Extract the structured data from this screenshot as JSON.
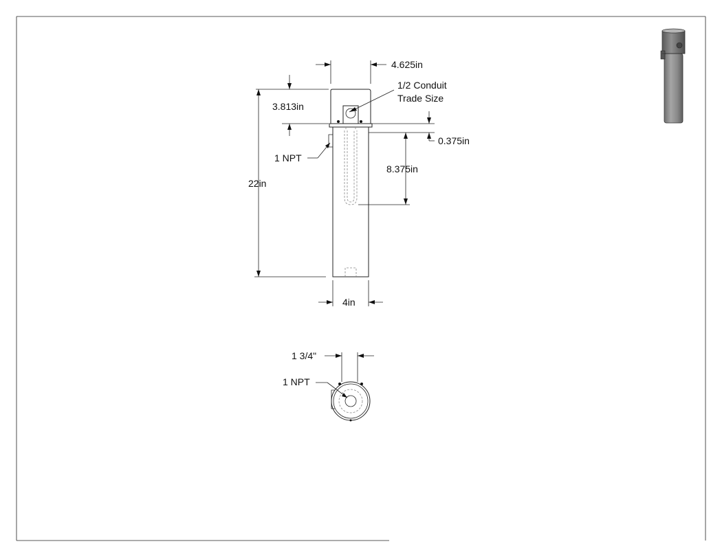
{
  "front_view": {
    "width_box": "4.625in",
    "height_box": "3.813in",
    "conduit_line1": "1/2 Conduit",
    "conduit_line2": "Trade Size",
    "gap": "0.375in",
    "element_length": "8.375in",
    "side_port": "1 NPT",
    "overall_length": "22in",
    "diameter": "4in"
  },
  "top_view": {
    "spacing": "1 3/4\"",
    "port": "1 NPT"
  },
  "colors": {
    "line": "#222222",
    "thumbnail_shade": "#8c8c8c"
  }
}
